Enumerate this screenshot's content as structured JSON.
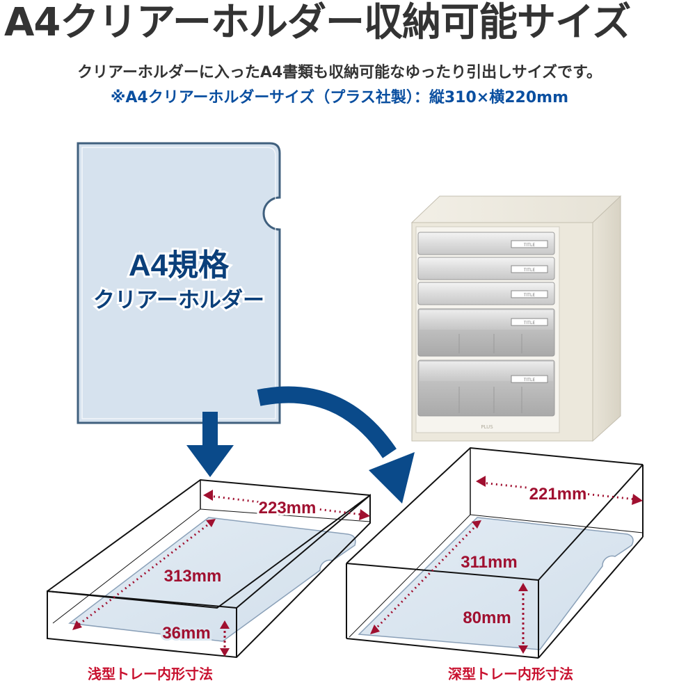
{
  "heading": {
    "title": "A4クリアーホルダー収納可能サイズ",
    "subtitle": "クリアーホルダーに入ったA4書類も収納可能なゆったり引出しサイズです。",
    "note": "※A4クリアーホルダーサイズ（プラス社製）：縦310×横220mm"
  },
  "folder": {
    "label_line1": "A4規格",
    "label_line2": "クリアーホルダー"
  },
  "shallow_tray": {
    "width": "223mm",
    "depth": "313mm",
    "height": "36mm",
    "caption": "浅型トレー内形寸法"
  },
  "deep_tray": {
    "width": "221mm",
    "depth": "311mm",
    "height": "80mm",
    "caption": "深型トレー内形寸法"
  },
  "cabinet": {
    "drawer_label": "TITLE",
    "brand_mark": "PLUS"
  },
  "colors": {
    "title": "#333333",
    "note": "#0a4fa0",
    "folder_fill": "#dbe6f0",
    "folder_stroke": "#3f5f7f",
    "arrow": "#0a4a8a",
    "dimension": "#a01030",
    "caption": "#c8102e"
  }
}
